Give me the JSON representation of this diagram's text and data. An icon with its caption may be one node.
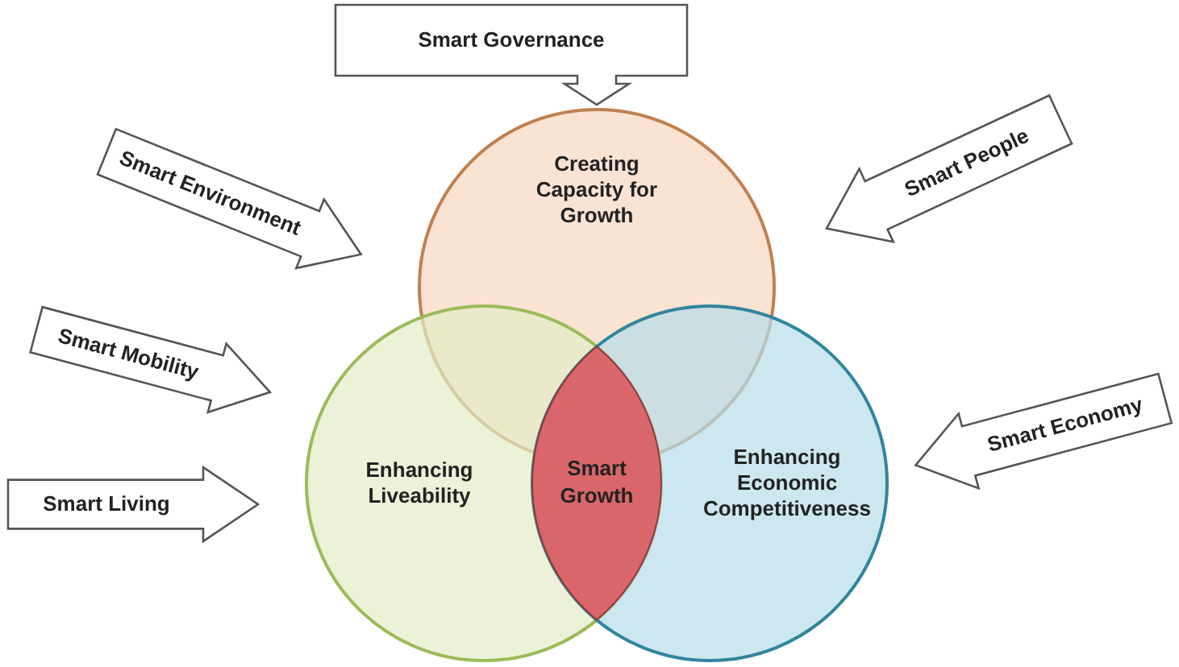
{
  "diagram": {
    "nodes": [
      {
        "text": [
          "Smart Governance"
        ]
      },
      {
        "text": [
          "Smart Environment"
        ]
      },
      {
        "text": [
          "Smart People"
        ]
      },
      {
        "text": [
          "Creating Capacity for Growth"
        ]
      },
      {
        "text": [
          "Smart Mobility"
        ]
      },
      {
        "text": [
          "Smart Economy"
        ]
      },
      {
        "text": [
          "Enhancing Liveability"
        ]
      },
      {
        "text": [
          "Smart Growth"
        ]
      },
      {
        "text": [
          "Enhancing Economic Competitiveness"
        ]
      },
      {
        "text": [
          "Smart Living"
        ]
      }
    ]
  }
}
